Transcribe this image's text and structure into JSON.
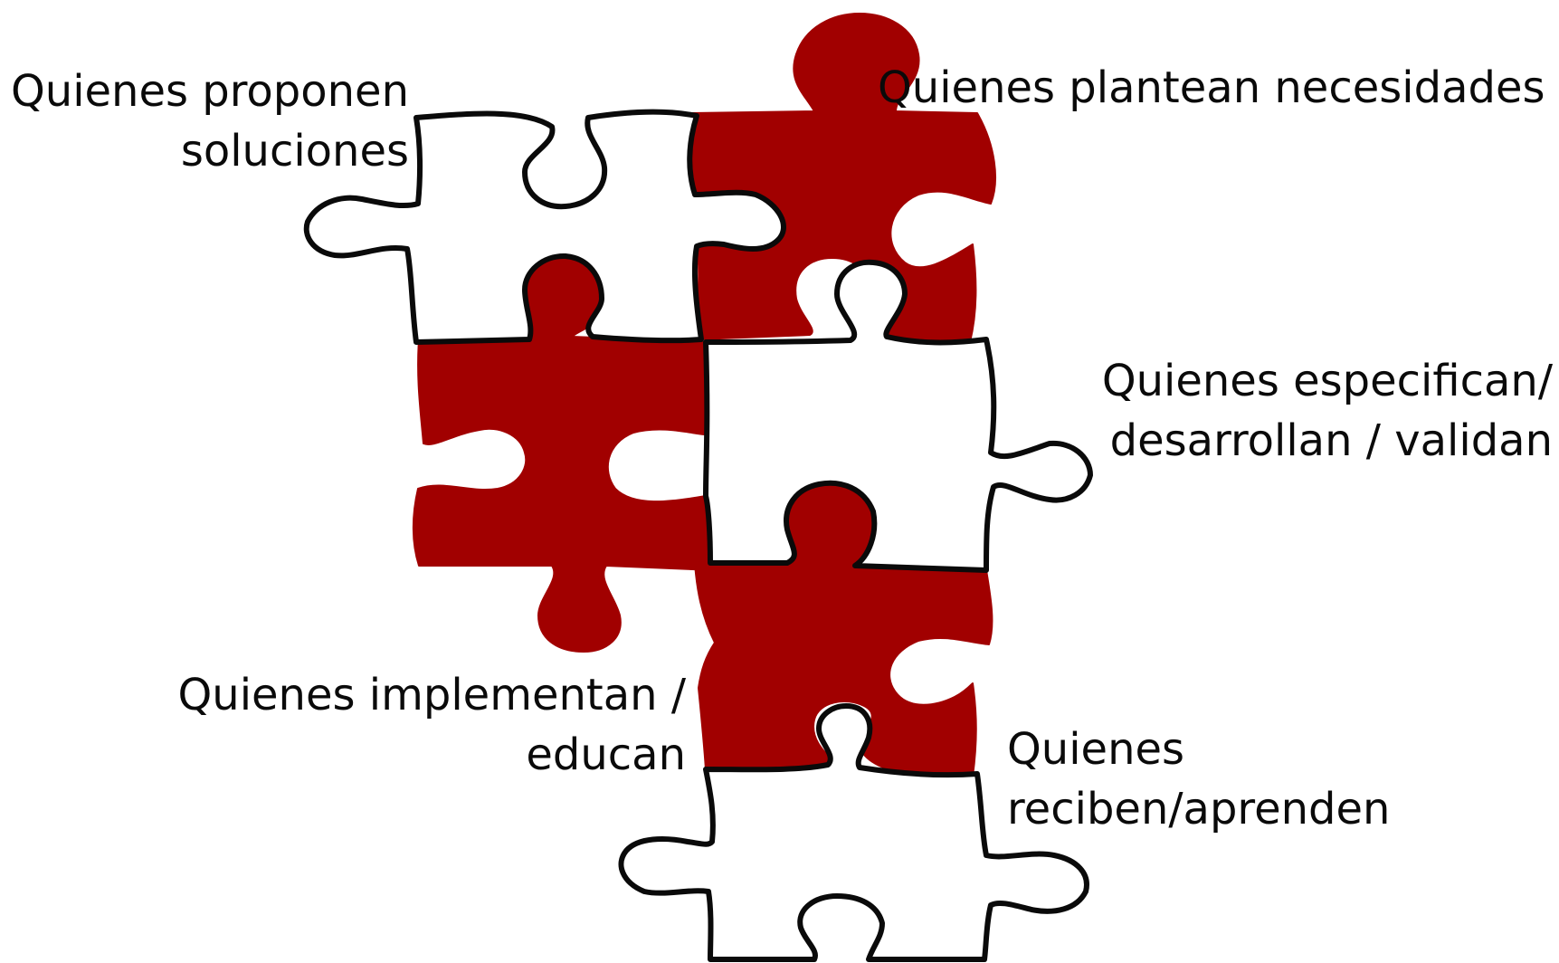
{
  "colors": {
    "accent_red": "#a10000",
    "outline": "#0a0a0a",
    "background": "#ffffff"
  },
  "pieces": [
    {
      "role": "proponen",
      "color": "white"
    },
    {
      "role": "plantean",
      "color": "red"
    },
    {
      "role": "especifican",
      "color": "white"
    },
    {
      "role": "center-left",
      "color": "red"
    },
    {
      "role": "implementan",
      "color": "red"
    },
    {
      "role": "reciben",
      "color": "white"
    }
  ],
  "labels": {
    "proponen": {
      "line1": "Quienes proponen",
      "line2": "soluciones"
    },
    "plantean": {
      "line1": "Quienes plantean necesidades"
    },
    "especifican": {
      "line1": "Quienes especifican/",
      "line2": "desarrollan / validan"
    },
    "implementan": {
      "line1": "Quienes implementan /",
      "line2": "educan"
    },
    "reciben": {
      "line1": "Quienes",
      "line2": "reciben/aprenden"
    }
  }
}
